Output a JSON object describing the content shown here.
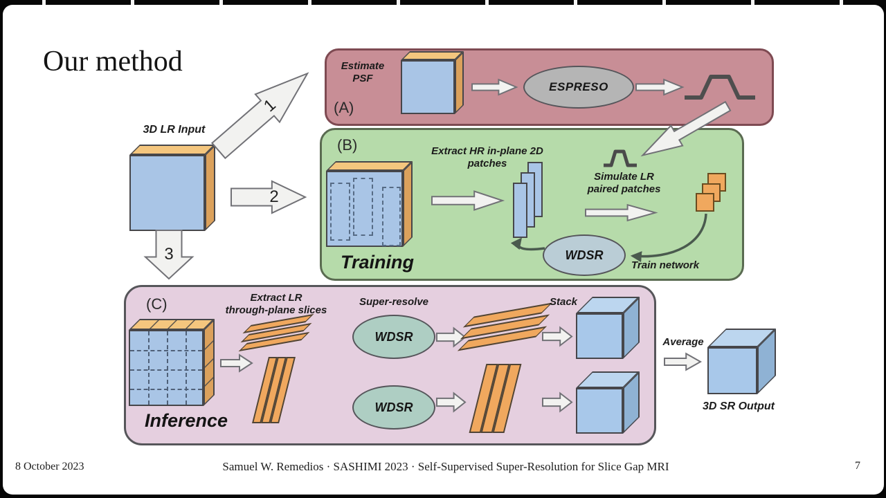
{
  "slide": {
    "title": "Our method",
    "input_label": "3D LR Input",
    "step_arrows": {
      "one": "1",
      "two": "2",
      "three": "3"
    },
    "panel_a": {
      "tag": "(A)",
      "caption": "Estimate\nPSF",
      "model": "ESPRESO"
    },
    "panel_b": {
      "tag": "(B)",
      "stage_label": "Training",
      "extract_label": "Extract HR in-plane 2D\npatches",
      "simulate_label": "Simulate LR\npaired patches",
      "model": "WDSR",
      "train_label": "Train network"
    },
    "panel_c": {
      "tag": "(C)",
      "stage_label": "Inference",
      "extract_label": "Extract LR\nthrough-plane slices",
      "super_resolve_label": "Super-resolve",
      "model_top": "WDSR",
      "model_bottom": "WDSR",
      "stack_label": "Stack",
      "average_label": "Average",
      "output_label": "3D SR Output"
    }
  },
  "footer": {
    "date": "8 October 2023",
    "credit": "Samuel W. Remedios · SASHIMI 2023 · Self-Supervised Super-Resolution for Slice Gap MRI",
    "page_number": "7"
  },
  "colors": {
    "panel_a_fill": "#c88e96",
    "panel_a_border": "#7e4a52",
    "panel_b_fill": "#b6dbaa",
    "panel_b_border": "#5a6b51",
    "panel_c_fill": "#e5cfdf",
    "panel_c_border": "#56565a",
    "cube_front_blue": "#a9c5e6",
    "cube_top_orange": "#f4c67e",
    "cube_side_orange": "#dba15c",
    "espreso_fill": "#b5b5b5",
    "wdsr_training_fill": "#bacdd6",
    "wdsr_inference_fill": "#aecec3",
    "slice_orange": "#f0a85e"
  }
}
